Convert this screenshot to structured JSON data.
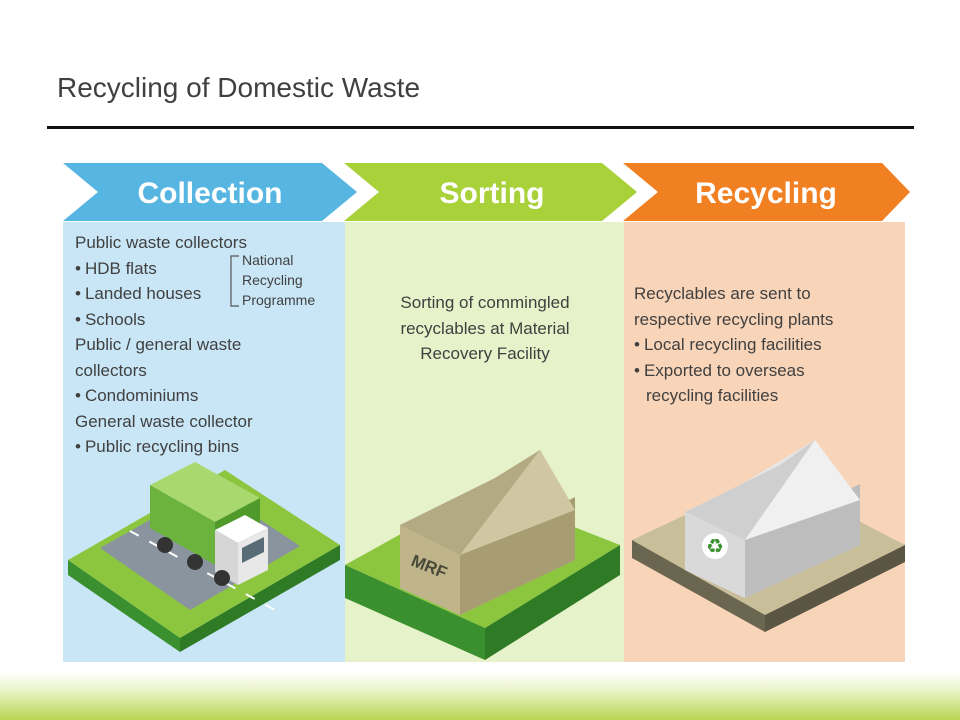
{
  "title": "Recycling of Domestic Waste",
  "colors": {
    "collection": "#56b6e1",
    "sorting": "#a8d13a",
    "recycling": "#f18023"
  },
  "steps": {
    "collection": "Collection",
    "sorting": "Sorting",
    "recycling": "Recycling"
  },
  "collection": {
    "heading1": "Public waste collectors",
    "list1": [
      "HDB flats",
      "Landed houses",
      "Schools"
    ],
    "heading2a": "Public / general waste",
    "heading2b": "collectors",
    "list2": [
      "Condominiums"
    ],
    "heading3": "General waste collector",
    "list3": [
      "Public recycling bins"
    ],
    "programme": [
      "National",
      "Recycling",
      "Programme"
    ]
  },
  "sorting": {
    "lines": [
      "Sorting of commingled",
      "recyclables at Material",
      "Recovery Facility"
    ],
    "building_label": "MRF"
  },
  "recycling": {
    "line1": "Recyclables are sent to",
    "line2": "respective recycling plants",
    "bullets": [
      "Local recycling facilities",
      "Exported to overseas"
    ],
    "continuation": "recycling facilities"
  }
}
